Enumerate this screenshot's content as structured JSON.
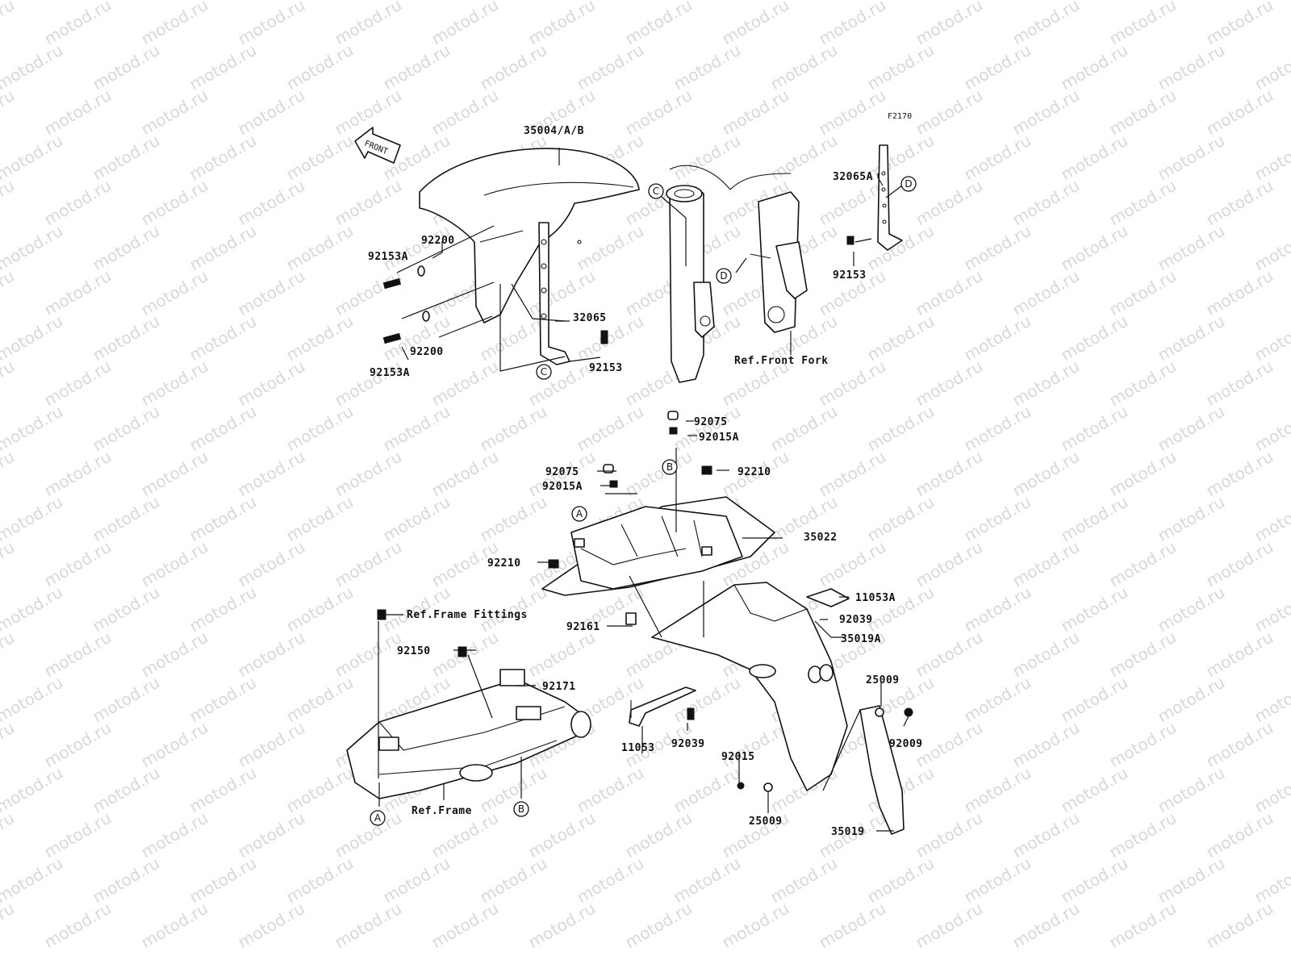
{
  "watermark": "motod.ru",
  "figure_code": "F2170",
  "front_arrow": "FRONT",
  "labels": {
    "p35004": "35004/A/B",
    "p32065A": "32065A",
    "p92200_top": "92200",
    "p92153A_top": "92153A",
    "p32065": "32065",
    "p92200_bottom": "92200",
    "p92153_left": "92153",
    "p92153A_bottom": "92153A",
    "p92153_right": "92153",
    "ref_front_fork": "Ref.Front Fork",
    "p92075_top": "92075",
    "p92015A_top": "92015A",
    "p92075_mid": "92075",
    "p92015A_mid": "92015A",
    "p92210_right": "92210",
    "p35022": "35022",
    "p92210_left": "92210",
    "p11053A": "11053A",
    "ref_frame_fittings": "Ref.Frame Fittings",
    "p92039_right": "92039",
    "p92161": "92161",
    "p35019A": "35019A",
    "p92150": "92150",
    "p92171": "92171",
    "p25009_top": "25009",
    "p92009": "92009",
    "p11053": "11053",
    "p92039_bottom": "92039",
    "p92015": "92015",
    "ref_frame": "Ref.Frame",
    "p25009_bottom": "25009",
    "p35019": "35019"
  },
  "refs": {
    "c_fork": "C",
    "d_fork": "D",
    "d_bracket": "D",
    "c_bracket": "C",
    "b_top": "B",
    "a_top": "A",
    "a_bottom": "A",
    "b_bottom": "B"
  }
}
